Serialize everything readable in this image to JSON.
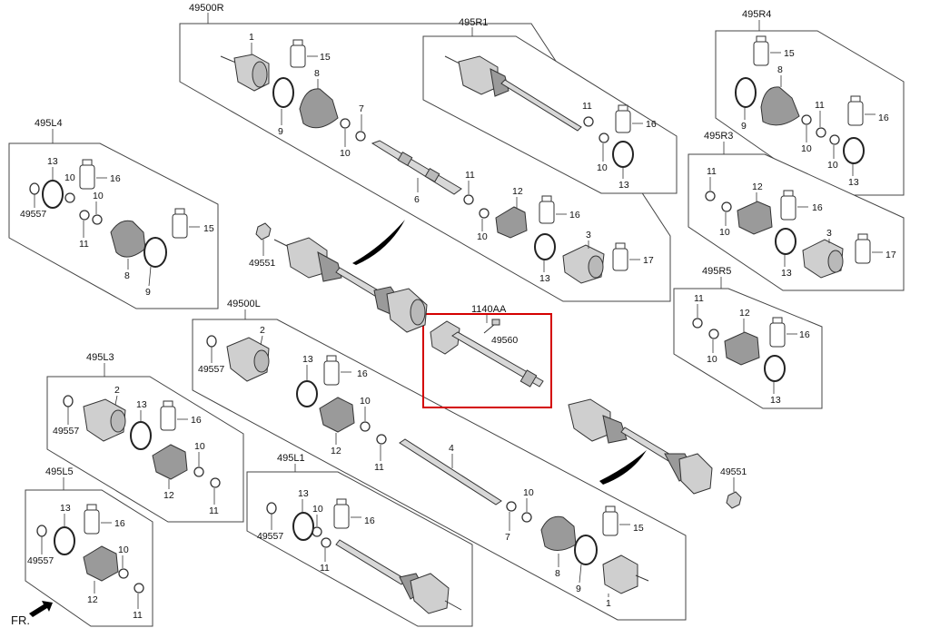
{
  "groups": {
    "g49500R": "49500R",
    "g495R1": "495R1",
    "g495R4": "495R4",
    "g495R3": "495R3",
    "g495R5": "495R5",
    "g495L4": "495L4",
    "g49500L": "49500L",
    "g495L3": "495L3",
    "g495L5": "495L5",
    "g495L1": "495L1",
    "g1140AA": "1140AA"
  },
  "parts": {
    "p1": "1",
    "p2": "2",
    "p3": "3",
    "p4": "4",
    "p6": "6",
    "p7": "7",
    "p8": "8",
    "p9": "9",
    "p10": "10",
    "p11": "11",
    "p12": "12",
    "p13": "13",
    "p15": "15",
    "p16": "16",
    "p17": "17",
    "p49551": "49551",
    "p49557": "49557",
    "p49560": "49560"
  },
  "orientation": "FR.",
  "colors": {
    "highlight": "#d40000",
    "line": "#333333",
    "boot": "#9a9a9a"
  }
}
